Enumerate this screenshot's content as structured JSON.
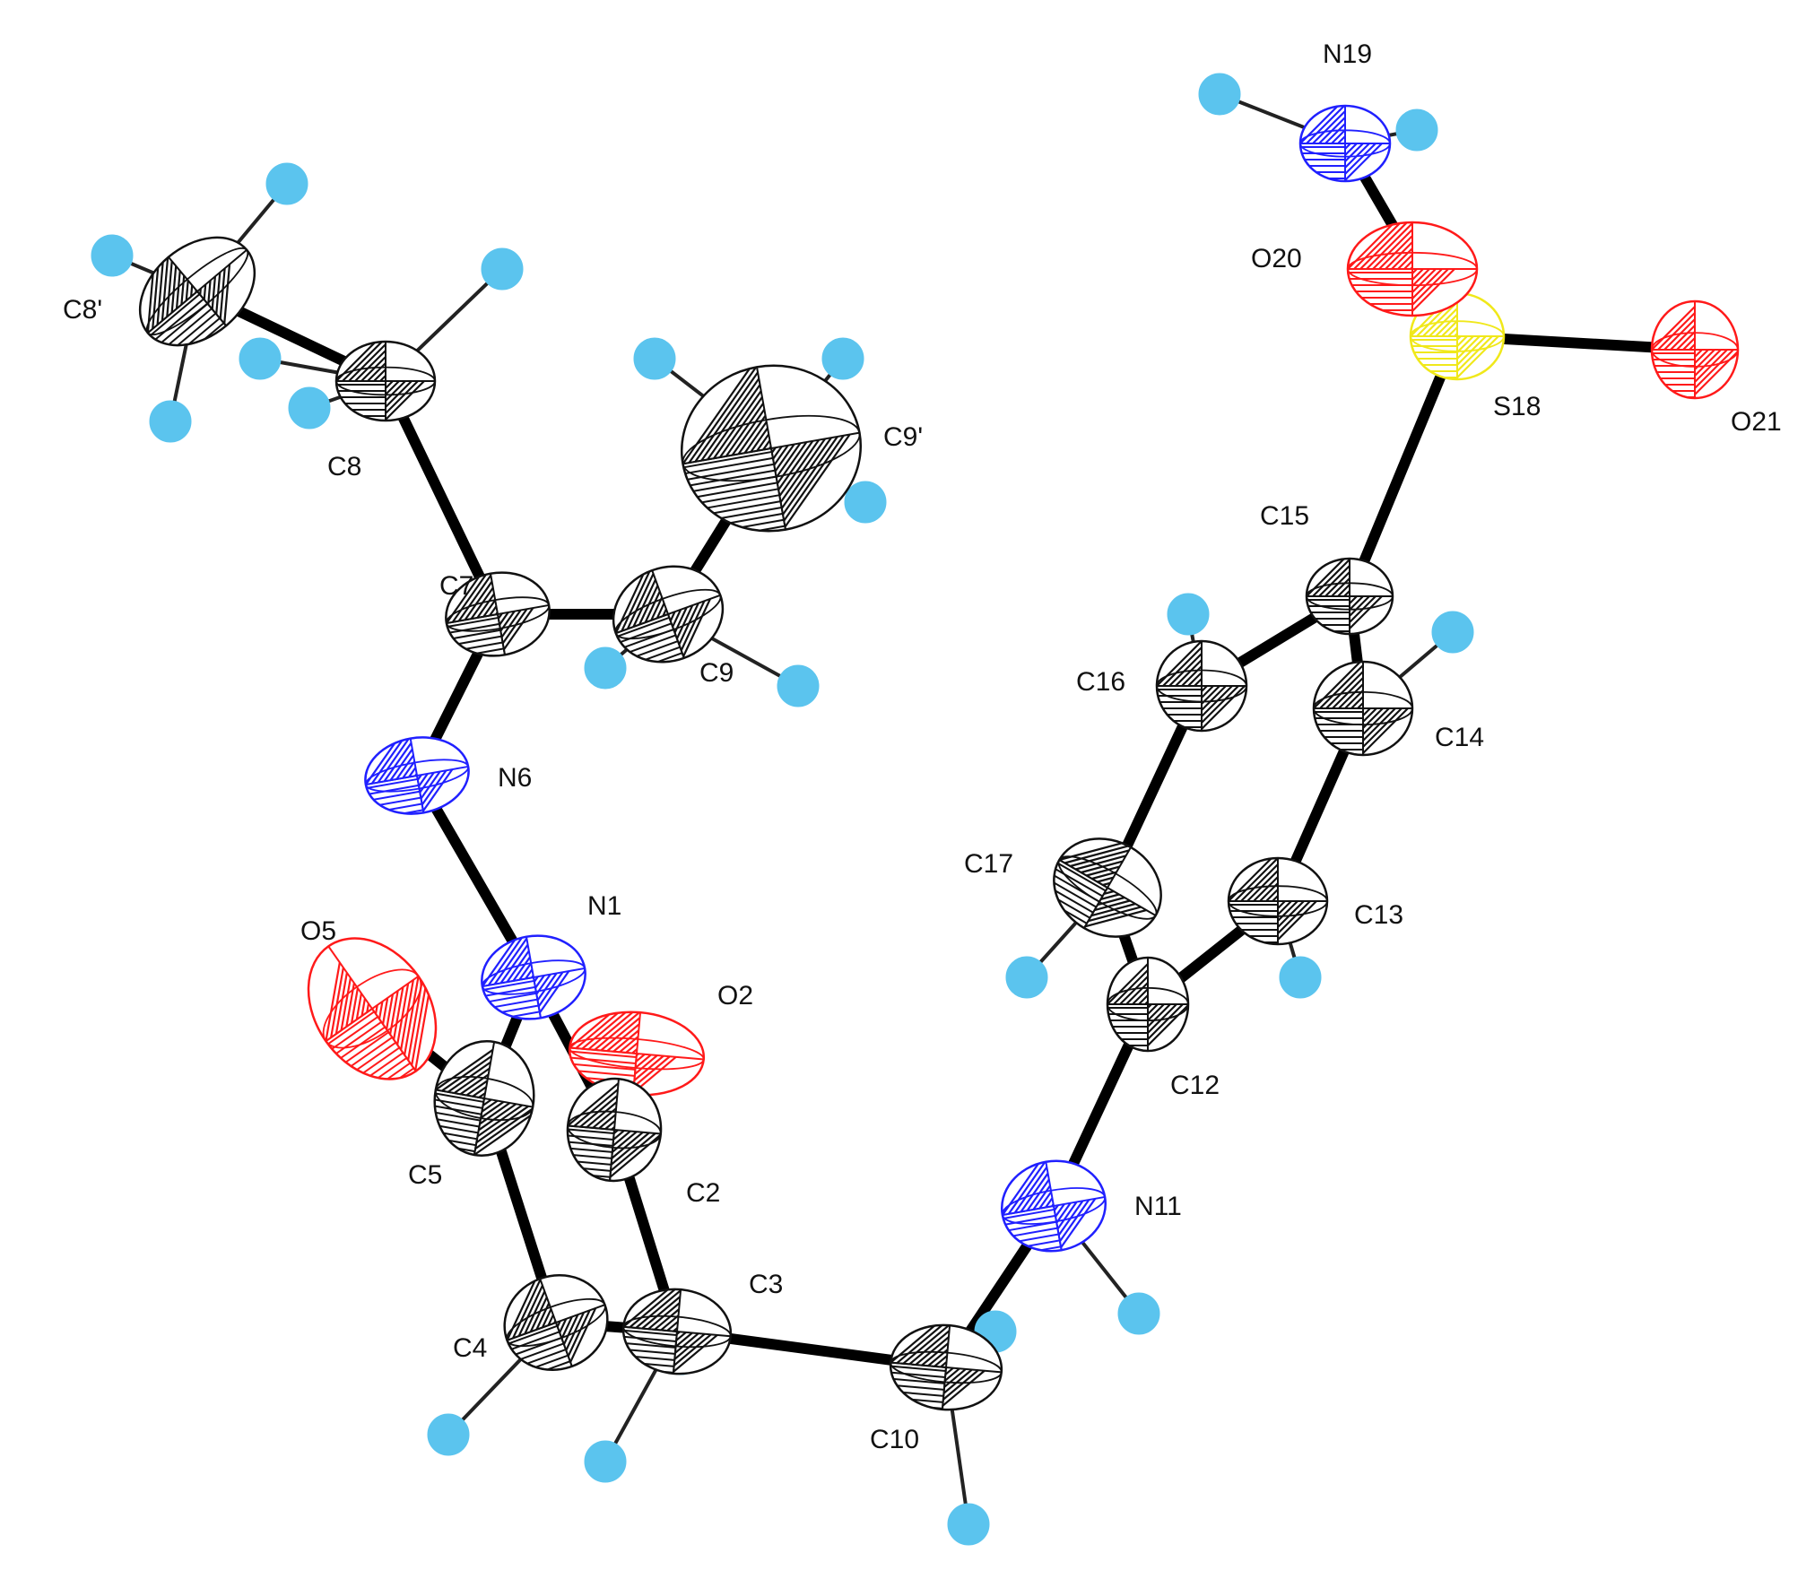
{
  "colors": {
    "carbon": "#111111",
    "nitrogen": "#2020ff",
    "oxygen": "#ff1a1a",
    "sulfur": "#f0e81a",
    "hydrogen": "#5bc4ee",
    "bond": "#000000"
  },
  "atoms": [
    {
      "id": "C8p",
      "label": "C8'",
      "element": "C"
    },
    {
      "id": "C8",
      "label": "C8",
      "element": "C"
    },
    {
      "id": "C7",
      "label": "C7",
      "element": "C"
    },
    {
      "id": "C9",
      "label": "C9",
      "element": "C"
    },
    {
      "id": "C9p",
      "label": "C9'",
      "element": "C"
    },
    {
      "id": "N6",
      "label": "N6",
      "element": "N"
    },
    {
      "id": "N1",
      "label": "N1",
      "element": "N"
    },
    {
      "id": "O5",
      "label": "O5",
      "element": "O"
    },
    {
      "id": "O2",
      "label": "O2",
      "element": "O"
    },
    {
      "id": "C5",
      "label": "C5",
      "element": "C"
    },
    {
      "id": "C2",
      "label": "C2",
      "element": "C"
    },
    {
      "id": "C4",
      "label": "C4",
      "element": "C"
    },
    {
      "id": "C3",
      "label": "C3",
      "element": "C"
    },
    {
      "id": "C10",
      "label": "C10",
      "element": "C"
    },
    {
      "id": "N11",
      "label": "N11",
      "element": "N"
    },
    {
      "id": "C12",
      "label": "C12",
      "element": "C"
    },
    {
      "id": "C13",
      "label": "C13",
      "element": "C"
    },
    {
      "id": "C17",
      "label": "C17",
      "element": "C"
    },
    {
      "id": "C14",
      "label": "C14",
      "element": "C"
    },
    {
      "id": "C16",
      "label": "C16",
      "element": "C"
    },
    {
      "id": "C15",
      "label": "C15",
      "element": "C"
    },
    {
      "id": "S18",
      "label": "S18",
      "element": "S"
    },
    {
      "id": "O20",
      "label": "O20",
      "element": "O"
    },
    {
      "id": "O21",
      "label": "O21",
      "element": "O"
    },
    {
      "id": "N19",
      "label": "N19",
      "element": "N"
    }
  ],
  "bonds": [
    [
      "C8p",
      "C8"
    ],
    [
      "C8",
      "C7"
    ],
    [
      "C7",
      "C9"
    ],
    [
      "C9",
      "C9p"
    ],
    [
      "C7",
      "N6"
    ],
    [
      "N6",
      "N1"
    ],
    [
      "N1",
      "C5"
    ],
    [
      "N1",
      "C2"
    ],
    [
      "C5",
      "O5"
    ],
    [
      "C2",
      "O2"
    ],
    [
      "C5",
      "C4"
    ],
    [
      "C2",
      "C3"
    ],
    [
      "C4",
      "C3"
    ],
    [
      "C3",
      "C10"
    ],
    [
      "C10",
      "N11"
    ],
    [
      "N11",
      "C12"
    ],
    [
      "C12",
      "C13"
    ],
    [
      "C12",
      "C17"
    ],
    [
      "C13",
      "C14"
    ],
    [
      "C17",
      "C16"
    ],
    [
      "C14",
      "C15"
    ],
    [
      "C16",
      "C15"
    ],
    [
      "C15",
      "S18"
    ],
    [
      "S18",
      "O20"
    ],
    [
      "S18",
      "O21"
    ],
    [
      "S18",
      "N19"
    ]
  ]
}
